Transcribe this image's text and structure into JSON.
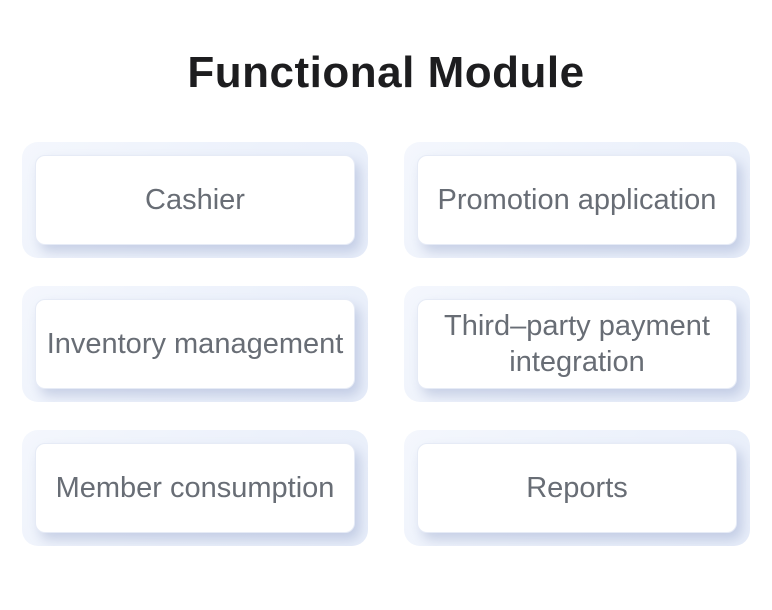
{
  "page": {
    "title": "Functional Module"
  },
  "modules": [
    {
      "label": "Cashier"
    },
    {
      "label": "Promotion application"
    },
    {
      "label": "Inventory management"
    },
    {
      "label": "Third–party payment integration"
    },
    {
      "label": "Member consumption"
    },
    {
      "label": "Reports"
    }
  ],
  "colors": {
    "page_background": "#ffffff",
    "title_text": "#1d1d1f",
    "card_outer_background": "#ecf1fb",
    "card_background": "#ffffff",
    "card_border": "#e6ebf6",
    "card_shadow": "rgba(114,134,182,0.32)",
    "label_text": "#686d75"
  }
}
